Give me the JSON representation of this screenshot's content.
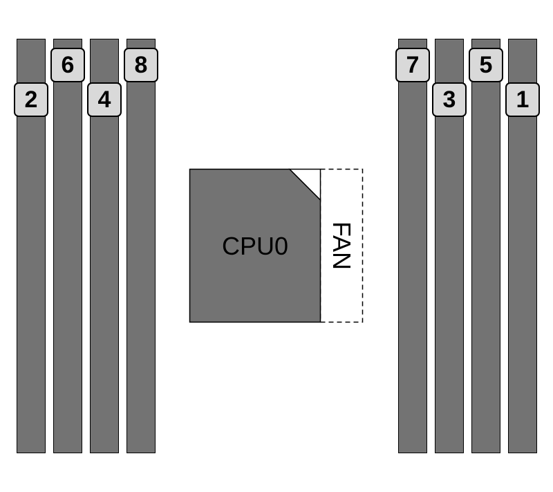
{
  "diagram": {
    "title": "",
    "colors": {
      "slot_fill": "#737373",
      "label_fill": "#d9d9d9",
      "cpu_fill": "#737373",
      "outline": "#000000",
      "background": "#ffffff"
    },
    "left_slots": [
      {
        "label": "2",
        "label_row": "bottom"
      },
      {
        "label": "6",
        "label_row": "top"
      },
      {
        "label": "4",
        "label_row": "bottom"
      },
      {
        "label": "8",
        "label_row": "top"
      }
    ],
    "right_slots": [
      {
        "label": "7",
        "label_row": "top"
      },
      {
        "label": "3",
        "label_row": "bottom"
      },
      {
        "label": "5",
        "label_row": "top"
      },
      {
        "label": "1",
        "label_row": "bottom"
      }
    ],
    "cpu": {
      "label": "CPU0"
    },
    "fan": {
      "label": "FAN"
    }
  }
}
